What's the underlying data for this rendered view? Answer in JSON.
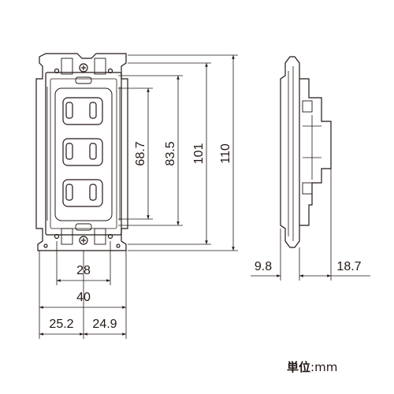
{
  "dimensions": {
    "socket_pitch": "68.7",
    "frame_inner": "83.5",
    "frame_height": "101",
    "plate_height": "110",
    "screw_pitch": "28",
    "frame_width": "40",
    "left_offset": "25.2",
    "right_offset": "24.9",
    "depth_front": "9.8",
    "depth_back": "18.7"
  },
  "unit": {
    "label": "単位",
    "separator": ":",
    "value": "mm"
  }
}
